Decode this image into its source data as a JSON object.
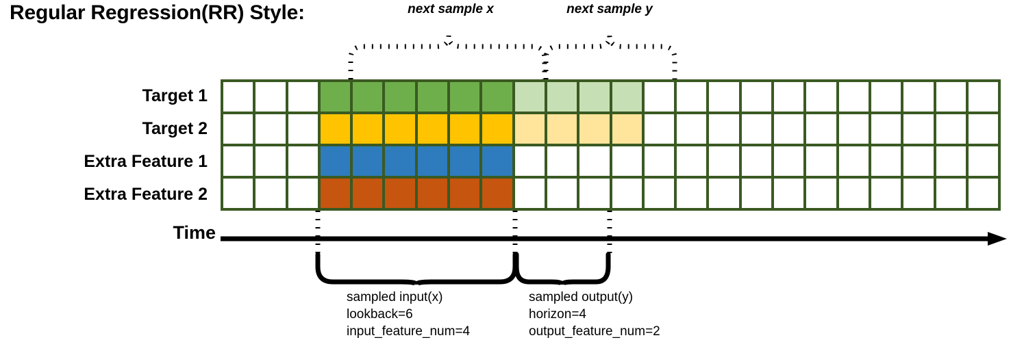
{
  "title": "Regular Regression(RR) Style:",
  "annotations": {
    "next_sample_x": "next sample x",
    "next_sample_y": "next sample y"
  },
  "rows": [
    {
      "label": "Target 1",
      "color_key": "green"
    },
    {
      "label": "Target 2",
      "color_key": "yellow"
    },
    {
      "label": "Extra Feature 1",
      "color_key": "blue"
    },
    {
      "label": "Extra Feature 2",
      "color_key": "orange"
    }
  ],
  "axis": {
    "label": "Time",
    "direction": "right-arrow"
  },
  "captions": {
    "input": {
      "line1": "sampled input(x)",
      "line2": "lookback=6",
      "line3": "input_feature_num=4"
    },
    "output": {
      "line1": "sampled output(y)",
      "line2": "horizon=4",
      "line3": "output_feature_num=2"
    }
  },
  "colors": {
    "border": "#3a5a22",
    "green": "#6faf4b",
    "green_light": "#c6dfb4",
    "yellow": "#ffc300",
    "yellow_light": "#ffe49b",
    "blue": "#2e7cbe",
    "orange": "#c5550f",
    "line": "#000000",
    "background": "#ffffff"
  },
  "chart_data": {
    "type": "heatmap",
    "title": "Regular Regression(RR) Style:",
    "xlabel": "Time",
    "ylabel": "",
    "grid": true,
    "total_columns": 24,
    "total_rows": 4,
    "lookback": 6,
    "horizon": 4,
    "input_feature_num": 4,
    "output_feature_num": 2,
    "input_window_columns": [
      4,
      5,
      6,
      7,
      8,
      9
    ],
    "output_window_columns": [
      10,
      11,
      12,
      13
    ],
    "row_names": [
      "Target 1",
      "Target 2",
      "Extra Feature 1",
      "Extra Feature 2"
    ],
    "cell_fills": [
      [
        "empty",
        "empty",
        "empty",
        "green",
        "green",
        "green",
        "green",
        "green",
        "green",
        "green_light",
        "green_light",
        "green_light",
        "green_light",
        "empty",
        "empty",
        "empty",
        "empty",
        "empty",
        "empty",
        "empty",
        "empty",
        "empty",
        "empty",
        "empty"
      ],
      [
        "empty",
        "empty",
        "empty",
        "yellow",
        "yellow",
        "yellow",
        "yellow",
        "yellow",
        "yellow",
        "yellow_light",
        "yellow_light",
        "yellow_light",
        "yellow_light",
        "empty",
        "empty",
        "empty",
        "empty",
        "empty",
        "empty",
        "empty",
        "empty",
        "empty",
        "empty",
        "empty"
      ],
      [
        "empty",
        "empty",
        "empty",
        "blue",
        "blue",
        "blue",
        "blue",
        "blue",
        "blue",
        "empty",
        "empty",
        "empty",
        "empty",
        "empty",
        "empty",
        "empty",
        "empty",
        "empty",
        "empty",
        "empty",
        "empty",
        "empty",
        "empty",
        "empty"
      ],
      [
        "empty",
        "empty",
        "empty",
        "orange",
        "orange",
        "orange",
        "orange",
        "orange",
        "orange",
        "empty",
        "empty",
        "empty",
        "empty",
        "empty",
        "empty",
        "empty",
        "empty",
        "empty",
        "empty",
        "empty",
        "empty",
        "empty",
        "empty",
        "empty"
      ]
    ],
    "legend": [
      "sampled input(x)",
      "sampled output(y)",
      "next sample x",
      "next sample y"
    ],
    "legend_position": "below"
  }
}
